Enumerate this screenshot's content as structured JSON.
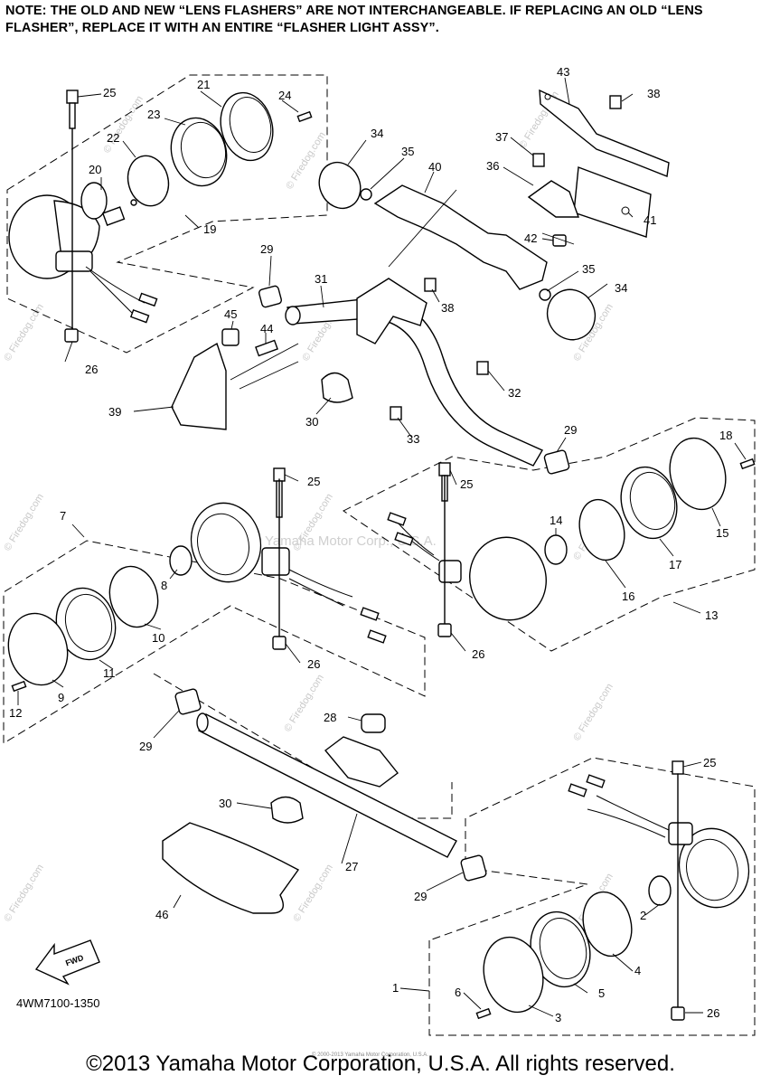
{
  "note": "NOTE: THE OLD AND NEW “LENS FLASHERS” ARE NOT INTERCHANGEABLE. IF REPLACING AN OLD “LENS FLASHER”, REPLACE IT WITH AN ENTIRE “FLASHER LIGHT ASSY”.",
  "diagram_code": "4WM7100-1350",
  "fwd_label": "FWD",
  "watermark_site": "© Firedog.com",
  "watermark_center": "© Yamaha Motor Corp., U.S.A.",
  "fine_print": "© 2000-2013 Yamaha Motor Corporation, U.S.A.",
  "copyright": "©2013 Yamaha Motor Corporation, U.S.A. All rights reserved.",
  "callouts": [
    "1",
    "2",
    "3",
    "4",
    "5",
    "6",
    "7",
    "8",
    "9",
    "10",
    "11",
    "12",
    "13",
    "14",
    "15",
    "16",
    "17",
    "18",
    "19",
    "20",
    "21",
    "22",
    "23",
    "24",
    "25",
    "26",
    "27",
    "28",
    "29",
    "30",
    "31",
    "32",
    "33",
    "34",
    "35",
    "36",
    "37",
    "38",
    "39",
    "40",
    "41",
    "42",
    "43",
    "44",
    "45",
    "46"
  ]
}
